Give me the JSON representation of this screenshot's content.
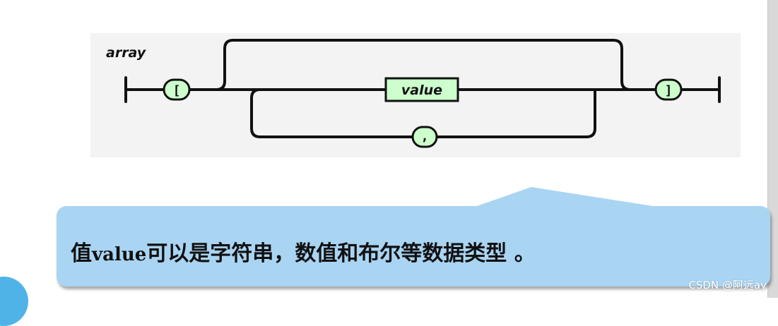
{
  "header": {
    "title_fragment": ""
  },
  "diagram": {
    "label": "array",
    "open_bracket": "[",
    "close_bracket": "]",
    "value": "value",
    "separator": ",",
    "colors": {
      "node_fill": "#ccffcc",
      "line": "#111111",
      "panel": "#f3f3f3"
    }
  },
  "callout": {
    "prefix": "值",
    "term": "value",
    "suffix": "可以是字符串，数值和布尔等数据类型 。",
    "color": "#a9d5f3"
  },
  "watermark": "CSDN @阿远ay"
}
